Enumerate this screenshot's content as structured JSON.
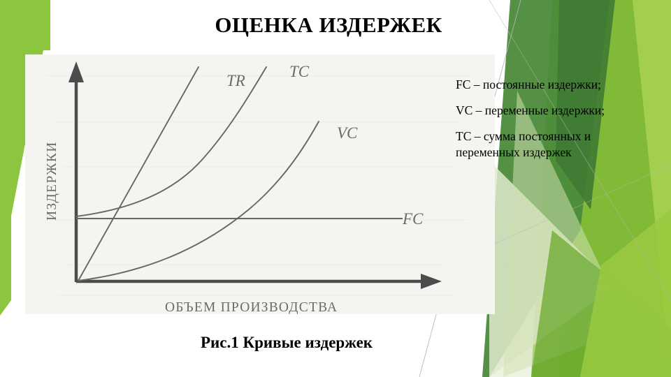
{
  "slide": {
    "title": "ОЦЕНКА ИЗДЕРЖЕК",
    "caption": "Рис.1  Кривые издержек",
    "background_color": "#ffffff",
    "accent_colors": {
      "green_light": "#8cc63f",
      "green_mid": "#76b82a",
      "green_dark": "#4b8b3b",
      "green_deep": "#3f7a33",
      "green_pale": "#dfe9cc",
      "green_bright": "#a4ce4e",
      "line_grey": "#b6b6b6"
    }
  },
  "definitions": [
    {
      "id": "fc",
      "text": "FC – постоянные издержки;"
    },
    {
      "id": "vc",
      "text": "VC – переменные издержки;"
    },
    {
      "id": "tc",
      "text": "TC – сумма постоянных и переменных издержек"
    }
  ],
  "chart_data": {
    "type": "line",
    "title": "Рис.1  Кривые издержек",
    "xlabel": "ОБЪЕМ ПРОИЗВОДСТВА",
    "ylabel": "ИЗДЕРЖКИ",
    "grid": false,
    "legend": "inline-curve-labels",
    "axes": {
      "x_axis_arrow": true,
      "y_axis_arrow": true,
      "x_ticks": [],
      "y_ticks": [],
      "xlim": [
        0,
        100
      ],
      "ylim": [
        0,
        100
      ]
    },
    "annotations": [
      {
        "label": "TR",
        "x": 41,
        "y": 92
      },
      {
        "label": "TC",
        "x": 63,
        "y": 95
      },
      {
        "label": "VC",
        "x": 79,
        "y": 72
      },
      {
        "label": "FC",
        "x": 92,
        "y": 30
      }
    ],
    "series": [
      {
        "name": "TR",
        "label": "TR",
        "description": "Общая выручка — прямая из начала координат",
        "color": "#555555",
        "shape": "straight-line",
        "x": [
          0,
          10,
          20,
          30,
          40,
          50
        ],
        "y": [
          0,
          20,
          40,
          60,
          80,
          100
        ]
      },
      {
        "name": "TC",
        "label": "TC",
        "description": "Общие издержки — выпуклая кривая, начинается на уровне FC",
        "color": "#555555",
        "shape": "convex-curve",
        "x": [
          0,
          10,
          20,
          30,
          40,
          50,
          60,
          68
        ],
        "y": [
          28,
          32,
          38,
          47,
          60,
          76,
          95,
          108
        ]
      },
      {
        "name": "VC",
        "label": "VC",
        "description": "Переменные издержки — выпуклая кривая из начала координат",
        "color": "#555555",
        "shape": "convex-curve",
        "x": [
          0,
          15,
          30,
          45,
          60,
          70
        ],
        "y": [
          0,
          7,
          17,
          32,
          54,
          72
        ]
      },
      {
        "name": "FC",
        "label": "FC",
        "description": "Постоянные издержки — горизонтальная прямая",
        "color": "#555555",
        "shape": "horizontal-line",
        "x": [
          0,
          100
        ],
        "y": [
          28,
          28
        ]
      }
    ]
  }
}
